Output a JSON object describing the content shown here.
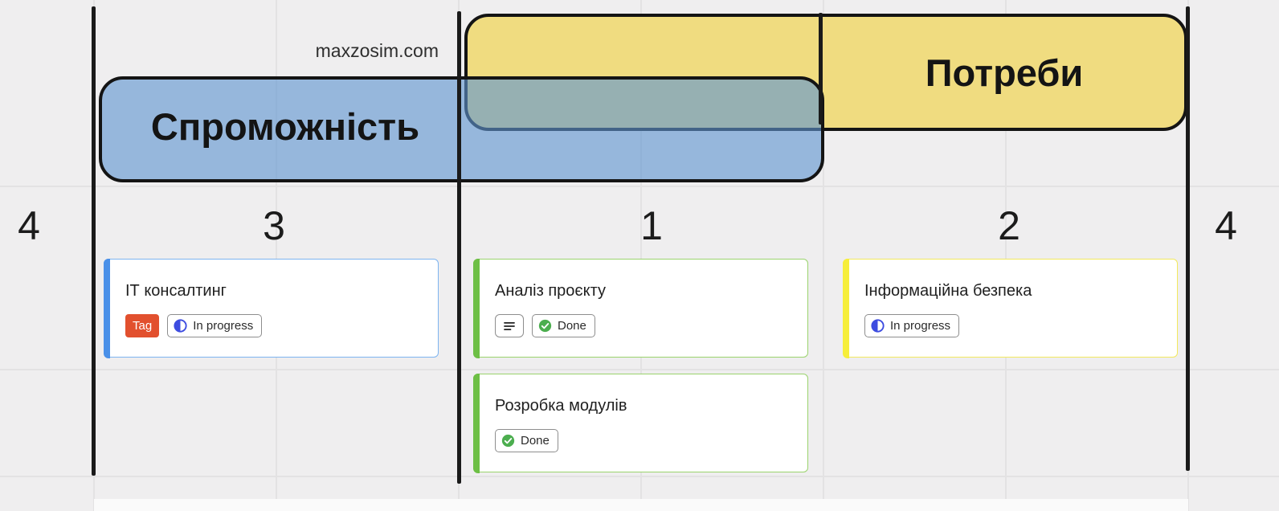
{
  "watermark": "maxzosim.com",
  "regions": {
    "capability": {
      "label": "Спроможність",
      "fill_hex": "#96b7dc",
      "border_hex": "#141414"
    },
    "needs": {
      "label": "Потреби",
      "fill_hex": "#f0dc80",
      "border_hex": "#141414"
    },
    "overlap_hex": "#97afb2"
  },
  "zone_numbers": [
    "4",
    "3",
    "1",
    "2",
    "4"
  ],
  "cards": [
    {
      "title": "ІТ консалтинг",
      "color": "blue",
      "accent_hex": "#4a90e8",
      "tag": "Tag",
      "status": "In progress",
      "status_state": "in_progress"
    },
    {
      "title": "Аналіз проєкту",
      "color": "green",
      "accent_hex": "#6dbf45",
      "status": "Done",
      "status_state": "done",
      "has_description_icon": true
    },
    {
      "title": "Інформаційна безпека",
      "color": "yellow",
      "accent_hex": "#f6ee3b",
      "status": "In progress",
      "status_state": "in_progress"
    },
    {
      "title": "Розробка модулів",
      "color": "green",
      "accent_hex": "#6dbf45",
      "status": "Done",
      "status_state": "done"
    }
  ],
  "icons": {
    "in_progress": "half-circle-icon",
    "done": "check-circle-icon",
    "description": "align-left-icon"
  },
  "colors": {
    "background": "#efeeef",
    "gridline": "#e3e2e3",
    "divider_stroke": "#1a1a1a",
    "tag_bg": "#e2502e",
    "in_progress_icon": "#3d4ce0",
    "done_icon": "#4cae4f"
  }
}
